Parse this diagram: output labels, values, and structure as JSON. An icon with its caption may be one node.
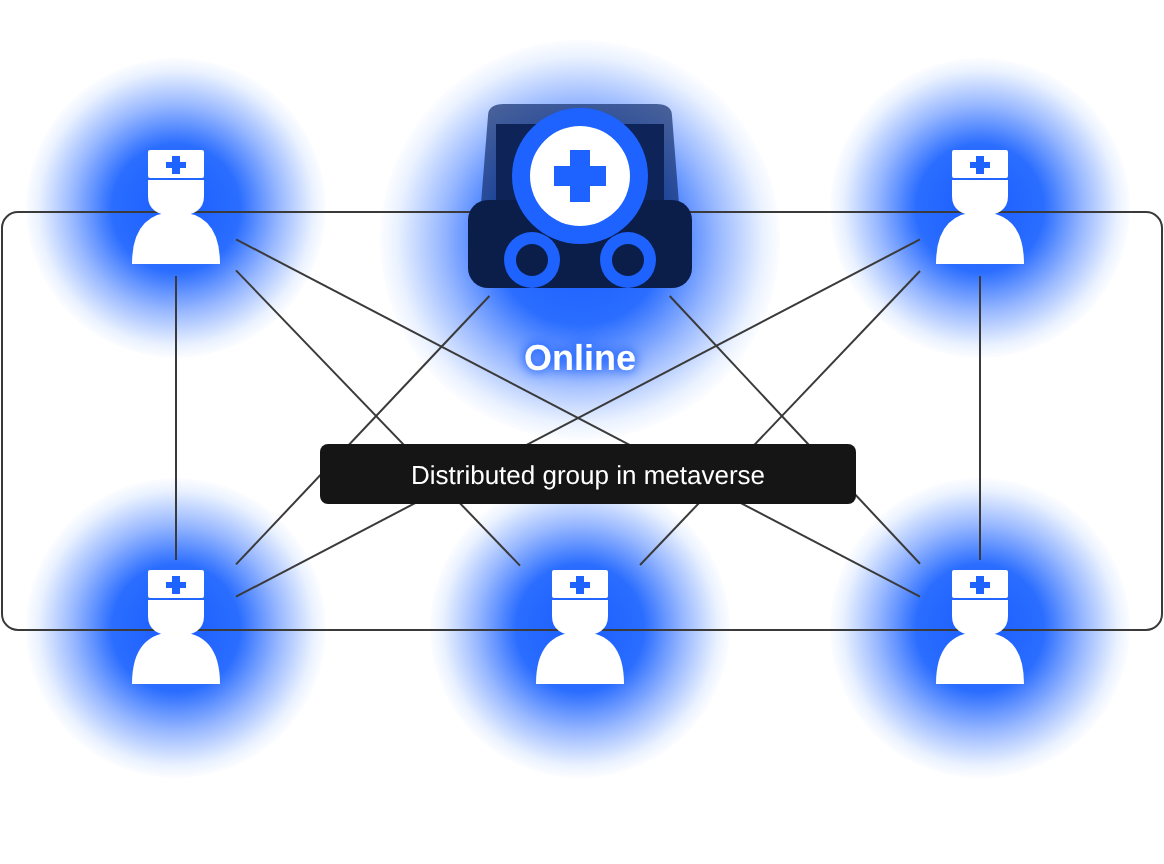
{
  "diagram": {
    "nodes": [
      {
        "text": [],
        "shape": "person"
      },
      {
        "text": [
          "Online"
        ]
      },
      {
        "text": [],
        "shape": "person"
      },
      {
        "text": [],
        "shape": "person"
      },
      {
        "text": [],
        "shape": "person"
      },
      {
        "text": [],
        "shape": "person"
      }
    ],
    "edges": [
      {
        "from": 0,
        "to": 3,
        "arrow": "none"
      },
      {
        "from": 0,
        "to": 4,
        "arrow": "none"
      },
      {
        "from": 0,
        "to": 5,
        "arrow": "none"
      },
      {
        "from": 2,
        "to": 5,
        "arrow": "none"
      },
      {
        "from": 2,
        "to": 4,
        "arrow": "none"
      },
      {
        "from": 2,
        "to": 3,
        "arrow": "none"
      },
      {
        "from": 1,
        "to": 3,
        "arrow": "none"
      },
      {
        "from": 1,
        "to": 5,
        "arrow": "none"
      }
    ],
    "labels": [
      "Distributed group in metaverse"
    ]
  }
}
